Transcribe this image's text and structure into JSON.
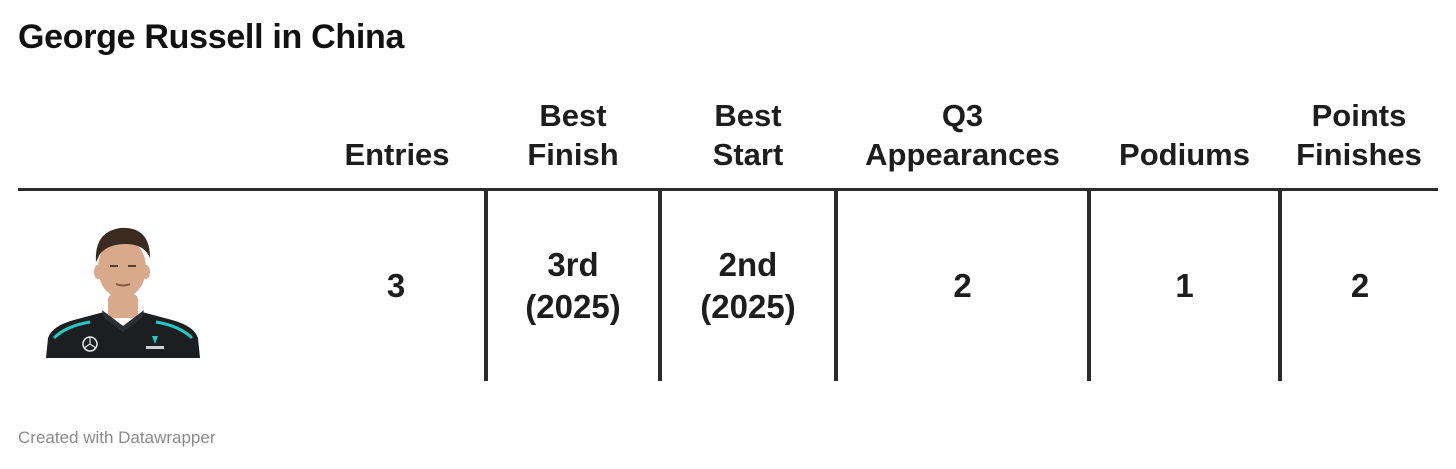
{
  "title": "George Russell in China",
  "footer": "Created with Datawrapper",
  "photo": {
    "subject": "driver-portrait",
    "colors": {
      "suit": "#1b1f22",
      "trim": "#27c8c0",
      "skin": "#d8a98a",
      "hair": "#3a2a20"
    }
  },
  "chart_data": {
    "type": "table",
    "columns": [
      "",
      "Entries",
      "Best Finish",
      "Best Start",
      "Q3 Appearances",
      "Podiums",
      "Points Finishes"
    ],
    "header_lines": [
      [],
      [
        "Entries"
      ],
      [
        "Best",
        "Finish"
      ],
      [
        "Best",
        "Start"
      ],
      [
        "Q3",
        "Appearances"
      ],
      [
        "Podiums"
      ],
      [
        "Points",
        "Finishes"
      ]
    ],
    "rows": [
      {
        "entries": "3",
        "best_finish": [
          "3rd",
          "(2025)"
        ],
        "best_start": [
          "2nd",
          "(2025)"
        ],
        "q3_appearances": "2",
        "podiums": "1",
        "points_finishes": "2"
      }
    ]
  }
}
